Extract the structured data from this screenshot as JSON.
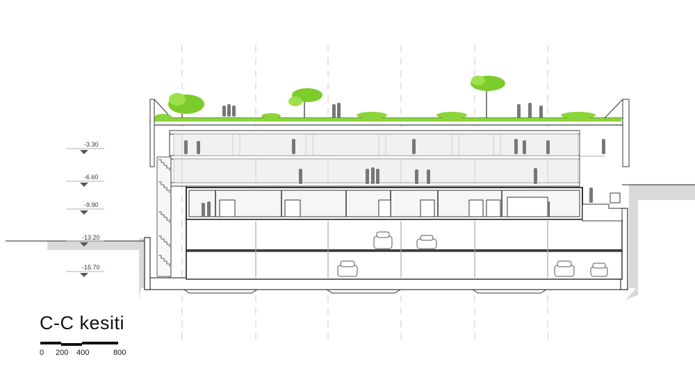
{
  "drawing": {
    "title": "C-C kesiti",
    "levels": [
      "-3.30",
      "-6.60",
      "-9.90",
      "-13.20",
      "-15.70"
    ],
    "scale_labels": [
      "0",
      "200",
      "400",
      "800"
    ],
    "colors": {
      "green_roof": "#8cd43c",
      "tree": "#7ccc2c",
      "grid_axis": "#c8c8c8",
      "ground": "#d9d9d9",
      "structure": "#333333",
      "glass": "#d8d8d8"
    }
  }
}
